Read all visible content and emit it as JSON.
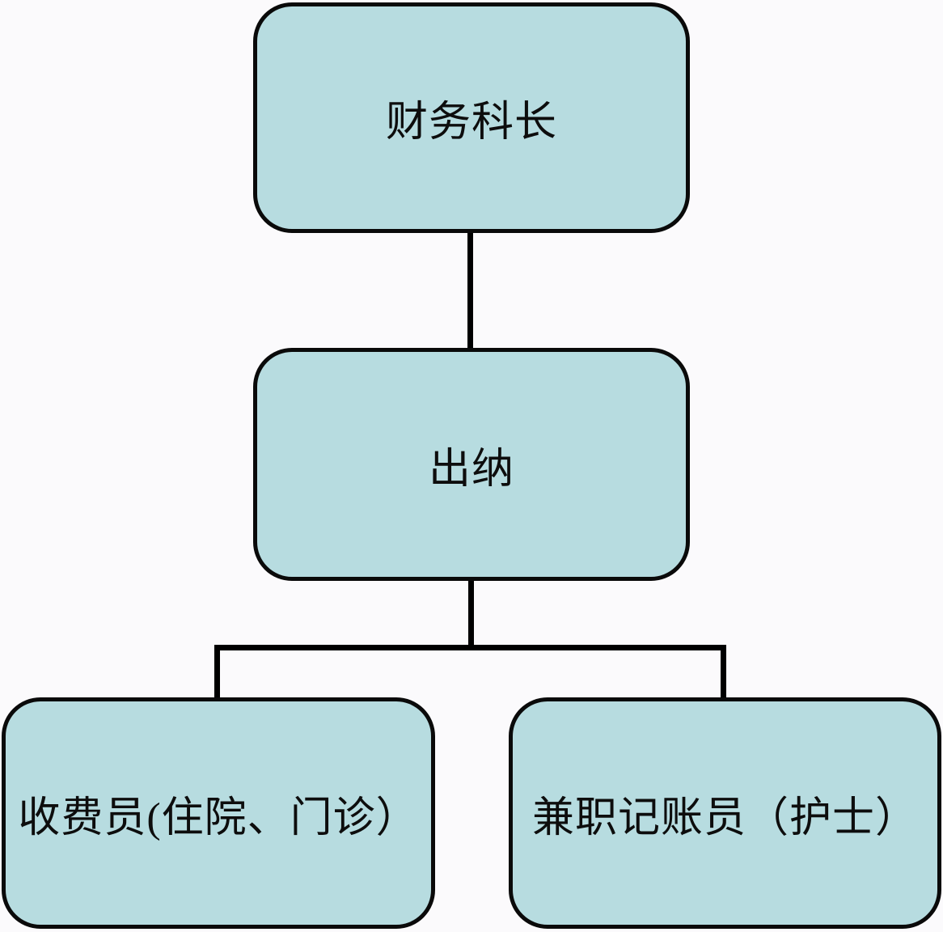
{
  "diagram": {
    "type": "org-chart",
    "colors": {
      "background": "#fbfafc",
      "node_fill": "#b7dce0",
      "node_border": "#0a0a0a",
      "line": "#000000"
    },
    "nodes": [
      {
        "id": "finance-chief",
        "label": "财务科长"
      },
      {
        "id": "cashier",
        "label": "出纳"
      },
      {
        "id": "fee-collector",
        "label": "收费员(住院、门诊）"
      },
      {
        "id": "bookkeeper",
        "label": "兼职记账员（护士）"
      }
    ],
    "edges": [
      {
        "from": "finance-chief",
        "to": "cashier"
      },
      {
        "from": "cashier",
        "to": "fee-collector"
      },
      {
        "from": "cashier",
        "to": "bookkeeper"
      }
    ]
  }
}
